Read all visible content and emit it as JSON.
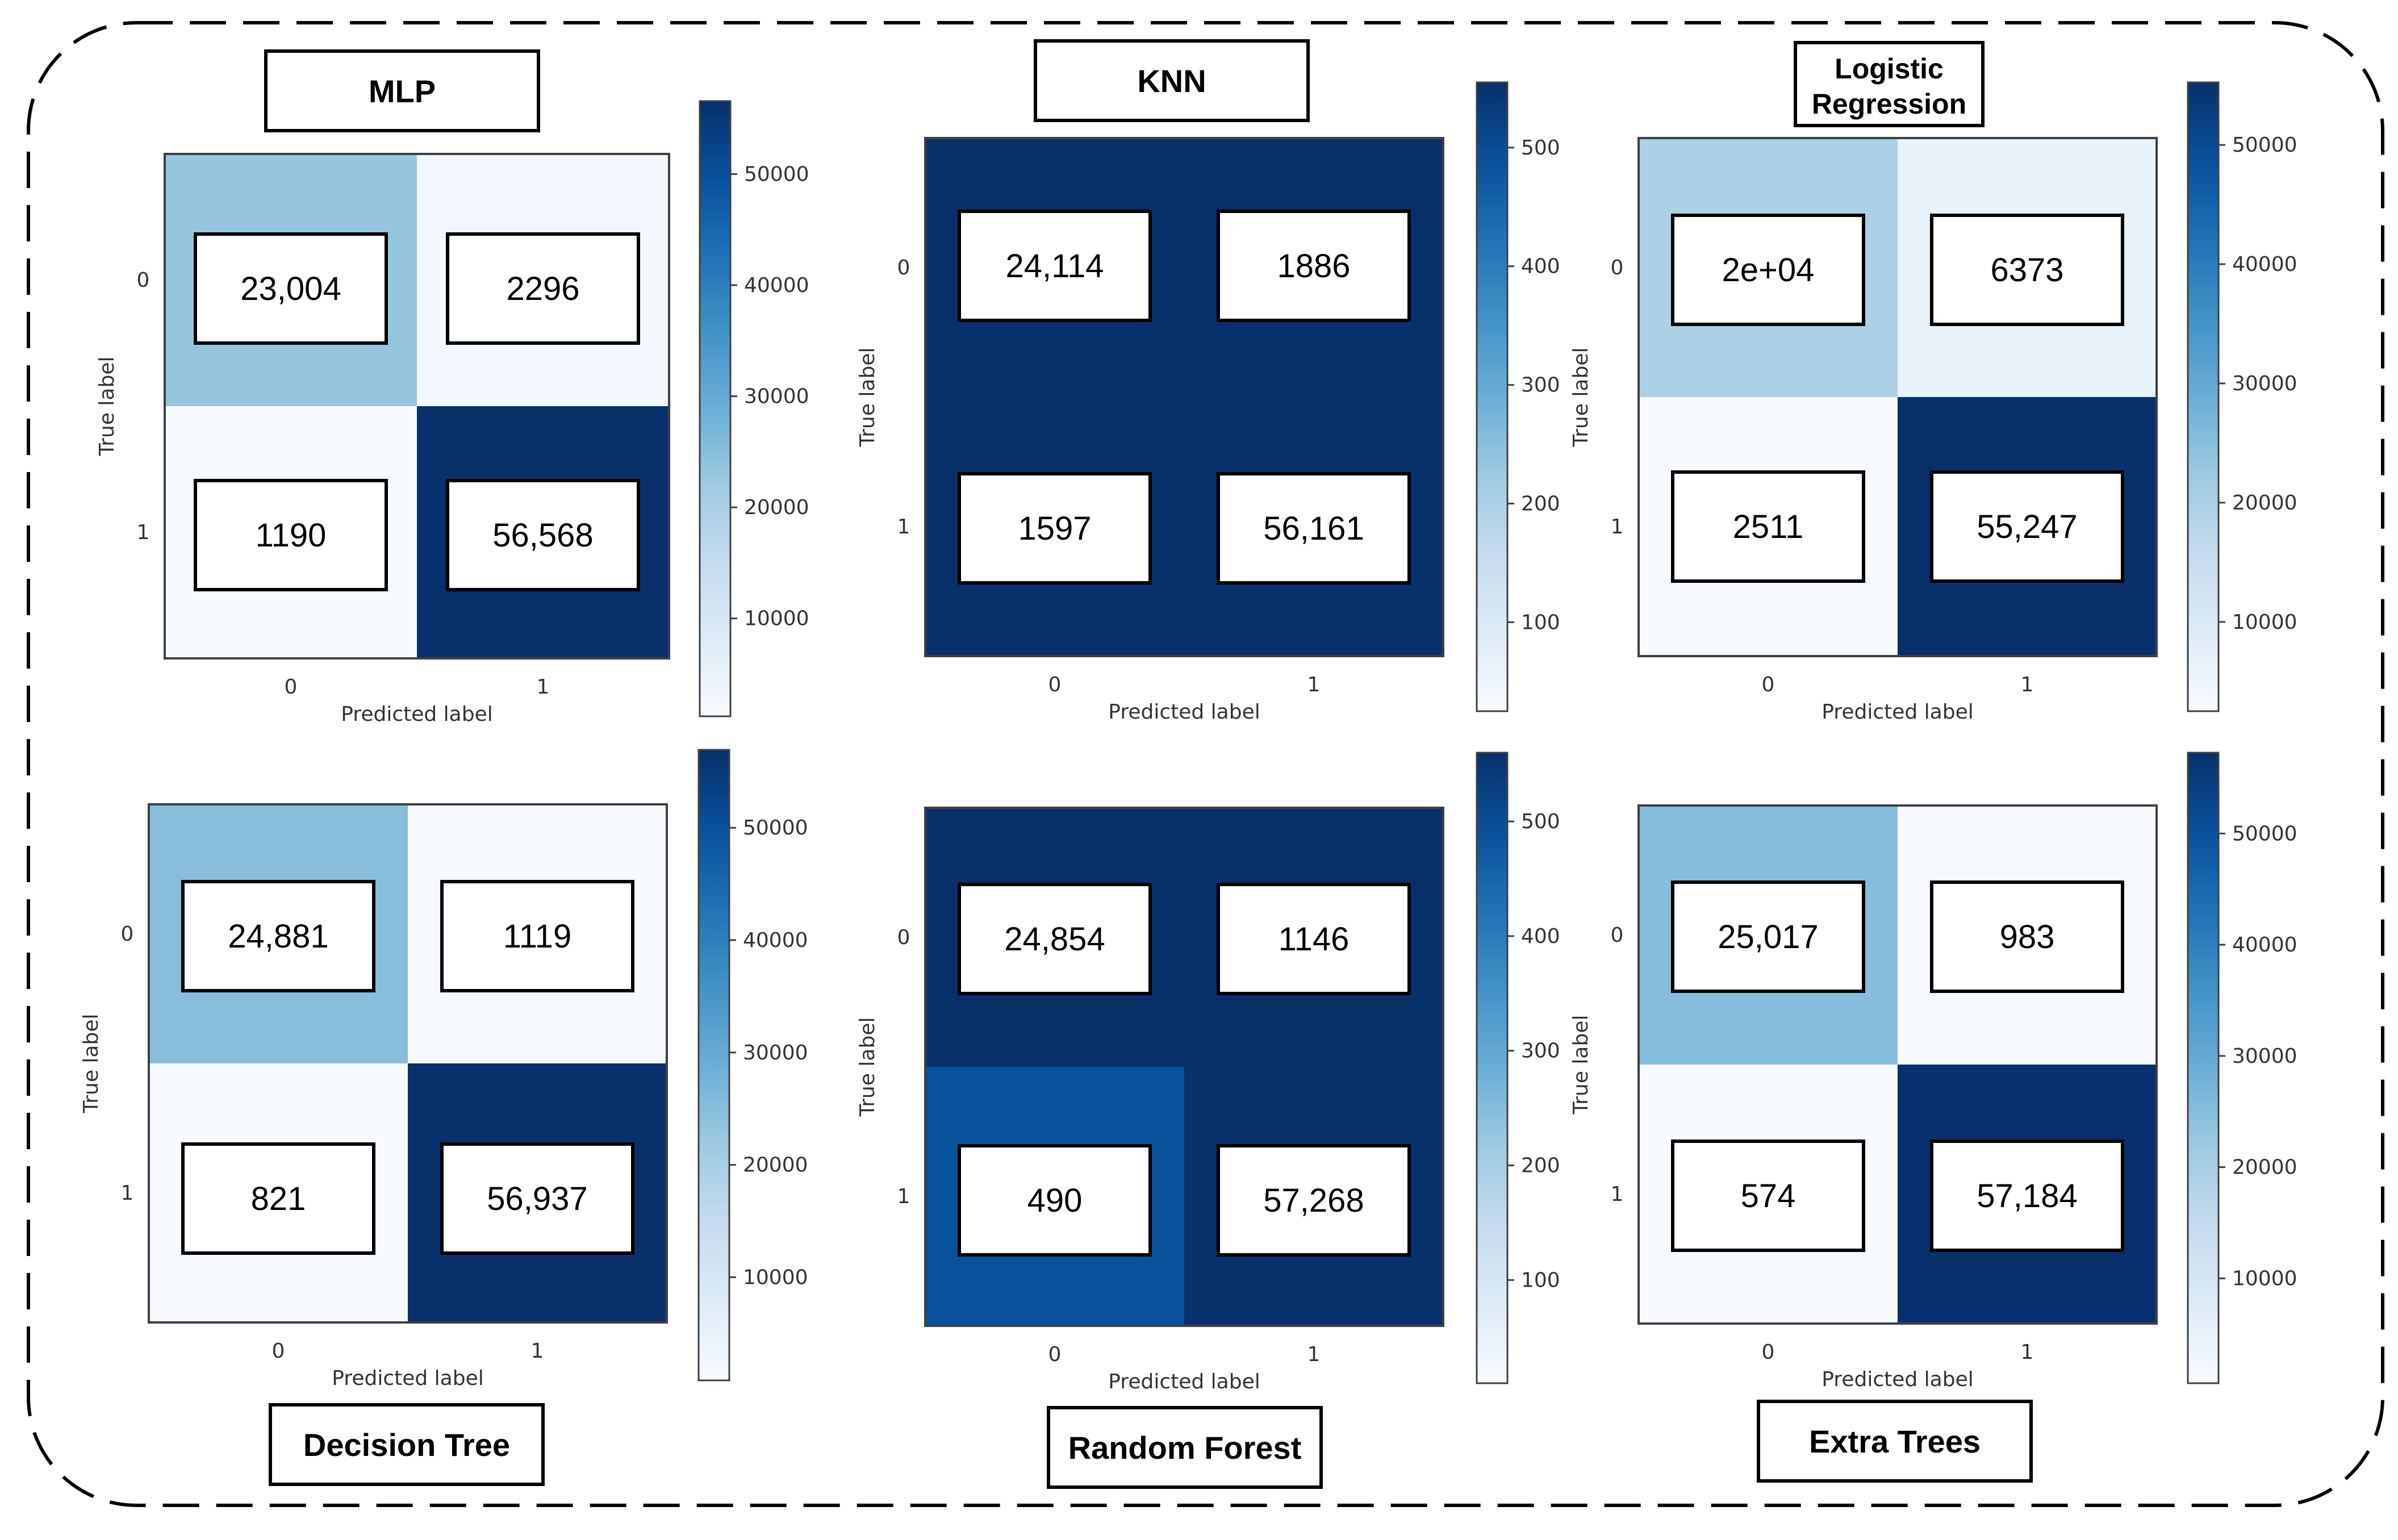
{
  "chart_data": [
    {
      "type": "heatmap",
      "title": "MLP",
      "xlabel": "Predicted label",
      "ylabel": "True label",
      "x_tick_labels": [
        "0",
        "1"
      ],
      "y_tick_labels": [
        "0",
        "1"
      ],
      "cell_labels": [
        [
          "23,004",
          "2296"
        ],
        [
          "1190",
          "56,568"
        ]
      ],
      "values": [
        [
          23004,
          2296
        ],
        [
          1190,
          56568
        ]
      ],
      "colorbar": {
        "colormap": "Blues",
        "ticks": [
          "10000",
          "20000",
          "30000",
          "40000",
          "50000"
        ],
        "range": [
          1190,
          56568
        ]
      }
    },
    {
      "type": "heatmap",
      "title": "KNN",
      "xlabel": "Predicted label",
      "ylabel": "True label",
      "x_tick_labels": [
        "0",
        "1"
      ],
      "y_tick_labels": [
        "0",
        "1"
      ],
      "cell_labels": [
        [
          "24,114",
          "1886"
        ],
        [
          "1597",
          "56,161"
        ]
      ],
      "values": [
        [
          24114,
          1886
        ],
        [
          1597,
          56161
        ]
      ],
      "colorbar": {
        "colormap": "Blues",
        "ticks": [
          "100",
          "200",
          "300",
          "400",
          "500"
        ],
        "range": [
          25,
          555
        ]
      }
    },
    {
      "type": "heatmap",
      "title": "Logistic Regression",
      "xlabel": "Predicted label",
      "ylabel": "True label",
      "x_tick_labels": [
        "0",
        "1"
      ],
      "y_tick_labels": [
        "0",
        "1"
      ],
      "cell_labels": [
        [
          "2e+04",
          "6373"
        ],
        [
          "2511",
          "55,247"
        ]
      ],
      "values": [
        [
          20000,
          6373
        ],
        [
          2511,
          55247
        ]
      ],
      "colorbar": {
        "colormap": "Blues",
        "ticks": [
          "10000",
          "20000",
          "30000",
          "40000",
          "50000"
        ],
        "range": [
          2511,
          55247
        ]
      }
    },
    {
      "type": "heatmap",
      "title": "Decision Tree",
      "xlabel": "Predicted label",
      "ylabel": "True label",
      "x_tick_labels": [
        "0",
        "1"
      ],
      "y_tick_labels": [
        "0",
        "1"
      ],
      "cell_labels": [
        [
          "24,881",
          "1119"
        ],
        [
          "821",
          "56,937"
        ]
      ],
      "values": [
        [
          24881,
          1119
        ],
        [
          821,
          56937
        ]
      ],
      "colorbar": {
        "colormap": "Blues",
        "ticks": [
          "10000",
          "20000",
          "30000",
          "40000",
          "50000"
        ],
        "range": [
          821,
          56937
        ]
      }
    },
    {
      "type": "heatmap",
      "title": "Random Forest",
      "xlabel": "Predicted label",
      "ylabel": "True label",
      "x_tick_labels": [
        "0",
        "1"
      ],
      "y_tick_labels": [
        "0",
        "1"
      ],
      "cell_labels": [
        [
          "24,854",
          "1146"
        ],
        [
          "490",
          "57,268"
        ]
      ],
      "values": [
        [
          24854,
          1146
        ],
        [
          490,
          57268
        ]
      ],
      "colorbar": {
        "colormap": "Blues",
        "ticks": [
          "100",
          "200",
          "300",
          "400",
          "500"
        ],
        "range": [
          10,
          560
        ]
      }
    },
    {
      "type": "heatmap",
      "title": "Extra Trees",
      "xlabel": "Predicted label",
      "ylabel": "True label",
      "x_tick_labels": [
        "0",
        "1"
      ],
      "y_tick_labels": [
        "0",
        "1"
      ],
      "cell_labels": [
        [
          "25,017",
          "983"
        ],
        [
          "574",
          "57,184"
        ]
      ],
      "values": [
        [
          25017,
          983
        ],
        [
          574,
          57184
        ]
      ],
      "colorbar": {
        "colormap": "Blues",
        "ticks": [
          "10000",
          "20000",
          "30000",
          "40000",
          "50000"
        ],
        "range": [
          574,
          57268
        ]
      }
    }
  ],
  "colors": {
    "blues_light": "#f7fbff",
    "blues_mid": "#6baed6",
    "blues_dark": "#08306b",
    "frame_border": "#000000"
  }
}
